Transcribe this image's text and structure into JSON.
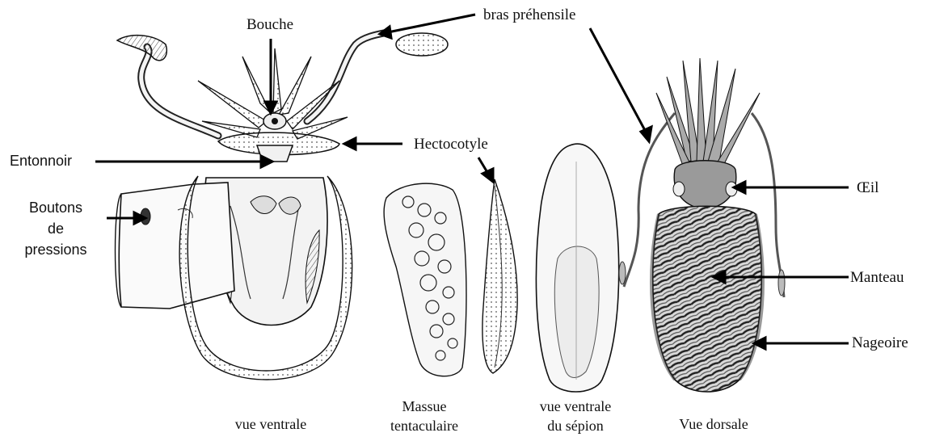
{
  "labels": {
    "bouche": "Bouche",
    "bras": "bras préhensile",
    "entonnoir": "Entonnoir",
    "hectocotyle": "Hectocotyle",
    "boutons": [
      "Boutons",
      "de",
      "pressions"
    ],
    "oeil": "Œil",
    "manteau": "Manteau",
    "nageoire": "Nageoire"
  },
  "captions": {
    "ventrale": "vue ventrale",
    "massue": [
      "Massue",
      "tentaculaire"
    ],
    "sepion": [
      "vue ventrale",
      "du sépion"
    ],
    "dorsale": "Vue dorsale"
  },
  "colors": {
    "ink": "#111111",
    "line": "#000000",
    "shade": "#cfcfcf",
    "light": "#f2f2f2"
  }
}
